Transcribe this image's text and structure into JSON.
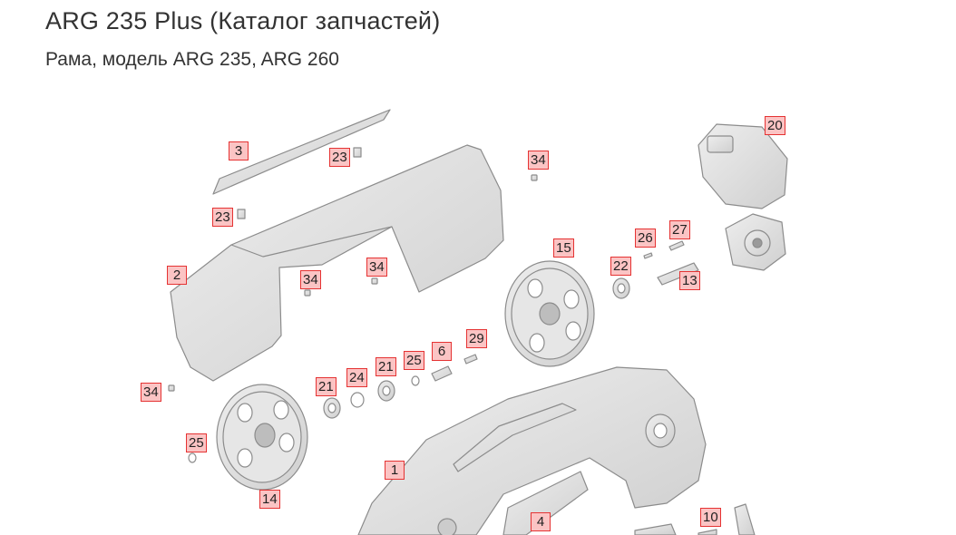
{
  "page": {
    "title": "ARG 235 Plus (Каталог запчастей)",
    "subtitle": "Рама, модель ARG 235, ARG 260"
  },
  "diagram": {
    "colors": {
      "part_fill": "#dcdcdc",
      "part_stroke": "#8c8c8c",
      "callout_fill": "#fbc4c4",
      "callout_border": "#e53333"
    },
    "callouts": [
      {
        "label": "3"
      },
      {
        "label": "23"
      },
      {
        "label": "34"
      },
      {
        "label": "20"
      },
      {
        "label": "23"
      },
      {
        "label": "26"
      },
      {
        "label": "27"
      },
      {
        "label": "2"
      },
      {
        "label": "34"
      },
      {
        "label": "34"
      },
      {
        "label": "15"
      },
      {
        "label": "22"
      },
      {
        "label": "13"
      },
      {
        "label": "29"
      },
      {
        "label": "6"
      },
      {
        "label": "25"
      },
      {
        "label": "21"
      },
      {
        "label": "24"
      },
      {
        "label": "21"
      },
      {
        "label": "34"
      },
      {
        "label": "25"
      },
      {
        "label": "14"
      },
      {
        "label": "1"
      },
      {
        "label": "4"
      },
      {
        "label": "10"
      }
    ]
  }
}
